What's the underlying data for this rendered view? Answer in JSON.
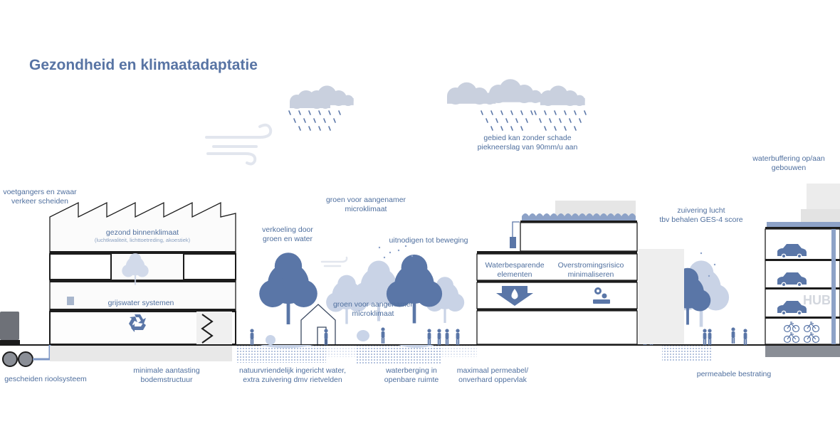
{
  "title": "Gezondheid en klimaatadaptatie",
  "colors": {
    "accent": "#4f6f9e",
    "light_blue": "#c9d4e8",
    "grey": "#e6e6e6",
    "dark": "#1c1c1c"
  },
  "labels": {
    "voetgangers": [
      "voetgangers en zwaar",
      "verkeer scheiden"
    ],
    "binnenklimaat": "gezond binnenklimaat",
    "binnenklimaat_sub": "(luchtkwaliteit, lichttoetreding, akoestiek)",
    "grijswater": "grijswater systemen",
    "riool": "gescheiden rioolsysteem",
    "bodem": [
      "minimale aantasting",
      "bodemstructuur"
    ],
    "verkoeling": [
      "verkoeling door",
      "groen en water"
    ],
    "groen_microklimaat": [
      "groen voor aangenamer",
      "microklimaat"
    ],
    "groen_microklimaat_2": [
      "groen voor aangenamer",
      "microklimaat"
    ],
    "beweging": "uitnodigen tot beweging",
    "natuurvriendelijk": [
      "natuurvriendelijk ingericht water,",
      "extra zuivering dmv rietvelden"
    ],
    "waterberging": [
      "waterberging in",
      "openbare ruimte"
    ],
    "permeabel": [
      "maximaal permeabel/",
      "onverhard oppervlak"
    ],
    "piekneerslag": [
      "gebied kan zonder schade",
      "piekneerslag van 90mm/u aan"
    ],
    "waterbesparende": [
      "Waterbesparende",
      "elementen"
    ],
    "overstroming": [
      "Overstromingsrisico",
      "minimaliseren"
    ],
    "zuivering": [
      "zuivering lucht",
      "tbv behalen GES-4 score"
    ],
    "waterbuffering": [
      "waterbuffering op/aan",
      "gebouwen"
    ],
    "bestrating": "permeabele bestrating",
    "hub": "HUB"
  },
  "icons": [
    "cloud-icon",
    "rain-icon",
    "wind-icon",
    "recycle-icon",
    "water-drop-icon",
    "flood-icon",
    "car-icon",
    "bicycle-icon",
    "tree-icon",
    "person-icon"
  ]
}
